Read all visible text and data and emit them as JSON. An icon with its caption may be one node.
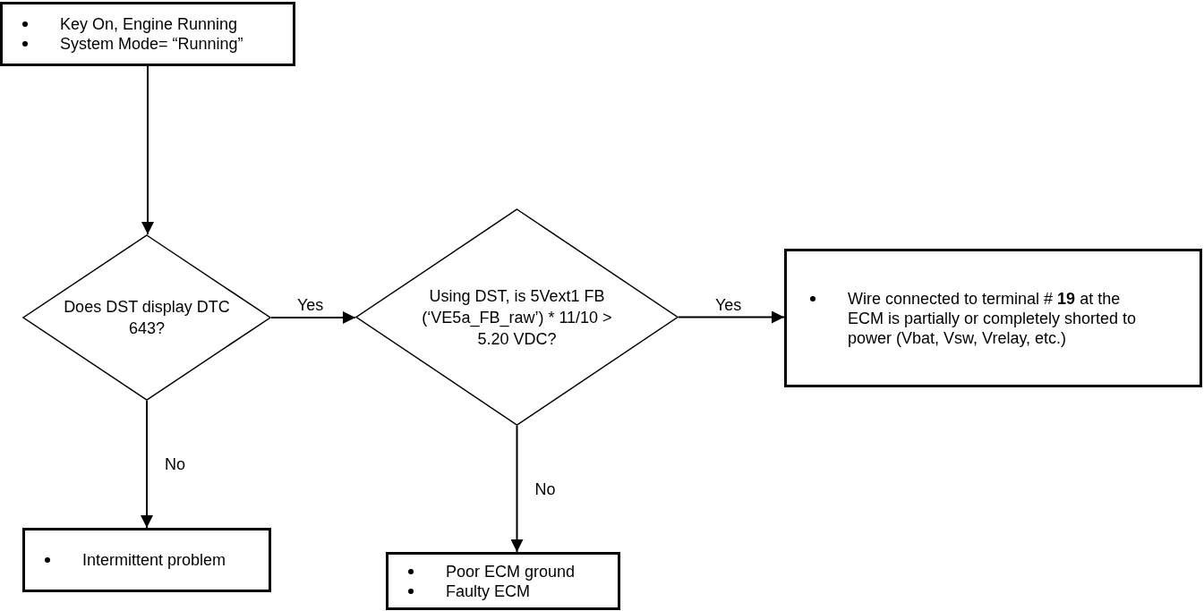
{
  "diagram": {
    "nodes": [
      {
        "text": [
          "Key On, Engine Running",
          "System Mode= “Running”"
        ]
      },
      {
        "text": [
          "Does DST display DTC 643?"
        ]
      },
      {
        "text": [
          "Using DST, is 5Vext1 FB (‘VE5a_FB_raw’) * 11/10 > 5.20 VDC?"
        ]
      },
      {
        "text": [
          "Wire connected to terminal # **19** at the ECM is partially or completely shorted to power (Vbat, Vsw, Vrelay, etc.)"
        ]
      },
      {
        "text": [
          "Intermittent problem"
        ]
      },
      {
        "text": [
          "Poor ECM ground",
          "Faulty ECM"
        ]
      }
    ],
    "edges": [
      {
        "from": 0,
        "to": 1,
        "arrow": "to"
      },
      {
        "from": 1,
        "to": 2,
        "arrow": "to",
        "label": "Yes"
      },
      {
        "from": 2,
        "to": 3,
        "arrow": "to",
        "label": "Yes"
      },
      {
        "from": 1,
        "to": 4,
        "arrow": "to",
        "label": "No"
      },
      {
        "from": 2,
        "to": 5,
        "arrow": "to",
        "label": "No"
      }
    ]
  }
}
